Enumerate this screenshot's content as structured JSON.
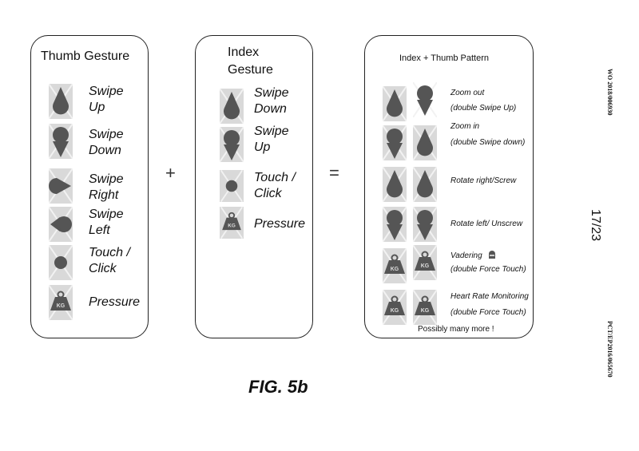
{
  "panels": {
    "thumb": {
      "title": "Thumb Gesture",
      "items": [
        {
          "icon": "swipe-up-icon",
          "line1": "Swipe",
          "line2": "Up"
        },
        {
          "icon": "swipe-down-icon",
          "line1": "Swipe",
          "line2": "Down"
        },
        {
          "icon": "swipe-right-icon",
          "line1": "Swipe",
          "line2": "Right"
        },
        {
          "icon": "swipe-left-icon",
          "line1": "Swipe",
          "line2": "Left"
        },
        {
          "icon": "touch-click-icon",
          "line1": "Touch /",
          "line2": "Click"
        },
        {
          "icon": "pressure-weight-icon",
          "line1": "Pressure",
          "line2": ""
        }
      ]
    },
    "index": {
      "title_line1": "Index",
      "title_line2": "Gesture",
      "items": [
        {
          "icon": "swipe-down-icon",
          "line1": "Swipe",
          "line2": "Down"
        },
        {
          "icon": "swipe-up-icon",
          "line1": "Swipe",
          "line2": "Up"
        },
        {
          "icon": "touch-click-icon",
          "line1": "Touch /",
          "line2": "Click"
        },
        {
          "icon": "pressure-weight-icon",
          "line1": "Pressure",
          "line2": ""
        }
      ]
    },
    "pattern": {
      "title": "Index + Thumb Pattern",
      "items": [
        {
          "line1": "Zoom out",
          "line2": "(double Swipe Up)"
        },
        {
          "line1": "Zoom in",
          "line2": "(double Swipe down)"
        },
        {
          "line1": "Rotate right/Screw",
          "line2": ""
        },
        {
          "line1": "Rotate left/ Unscrew",
          "line2": ""
        },
        {
          "line1": "Vadering",
          "line2": "(double Force Touch)"
        },
        {
          "line1": "Heart Rate Monitoring",
          "line2": "(double Force Touch)"
        }
      ],
      "footer": "Possibly many more !"
    }
  },
  "operators": {
    "plus": "+",
    "equals": "="
  },
  "figure_caption": "FIG. 5b",
  "margin": {
    "publication_number": "WO 2018/006930",
    "page_number": "17/23",
    "application_number": "PCT/EP2016/065670"
  },
  "colors": {
    "icon_fill": "#555555",
    "icon_bg": "#d9d9d9",
    "border": "#222222"
  }
}
